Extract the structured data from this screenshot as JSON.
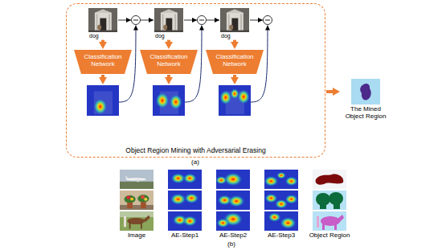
{
  "diagram": {
    "nodes": [
      {
        "text": [
          "Object Region Mining with Adversarial Erasing"
        ]
      },
      {
        "text": [
          "dog"
        ],
        "in": 0
      },
      {
        "text": [
          "Classification Network"
        ],
        "in": 0
      },
      {
        "text": [
          "dog"
        ],
        "in": 0
      },
      {
        "text": [
          "Classification Network"
        ],
        "in": 0
      },
      {
        "text": [
          "dog"
        ],
        "in": 0
      },
      {
        "text": [
          "Classification Network"
        ],
        "in": 0
      },
      {
        "text": [
          "The Mined Object Region"
        ]
      }
    ],
    "edges": [
      {
        "from": 1,
        "to": 2,
        "arrow": "to"
      },
      {
        "from": 3,
        "to": 4,
        "arrow": "to"
      },
      {
        "from": 5,
        "to": 6,
        "arrow": "to"
      },
      {
        "from": 0,
        "to": 7,
        "arrow": "to"
      }
    ],
    "labels": [
      "(a)",
      "Image",
      "AE-Step1",
      "AE-Step2",
      "AE-Step3",
      "Object Region",
      "(b)"
    ]
  }
}
